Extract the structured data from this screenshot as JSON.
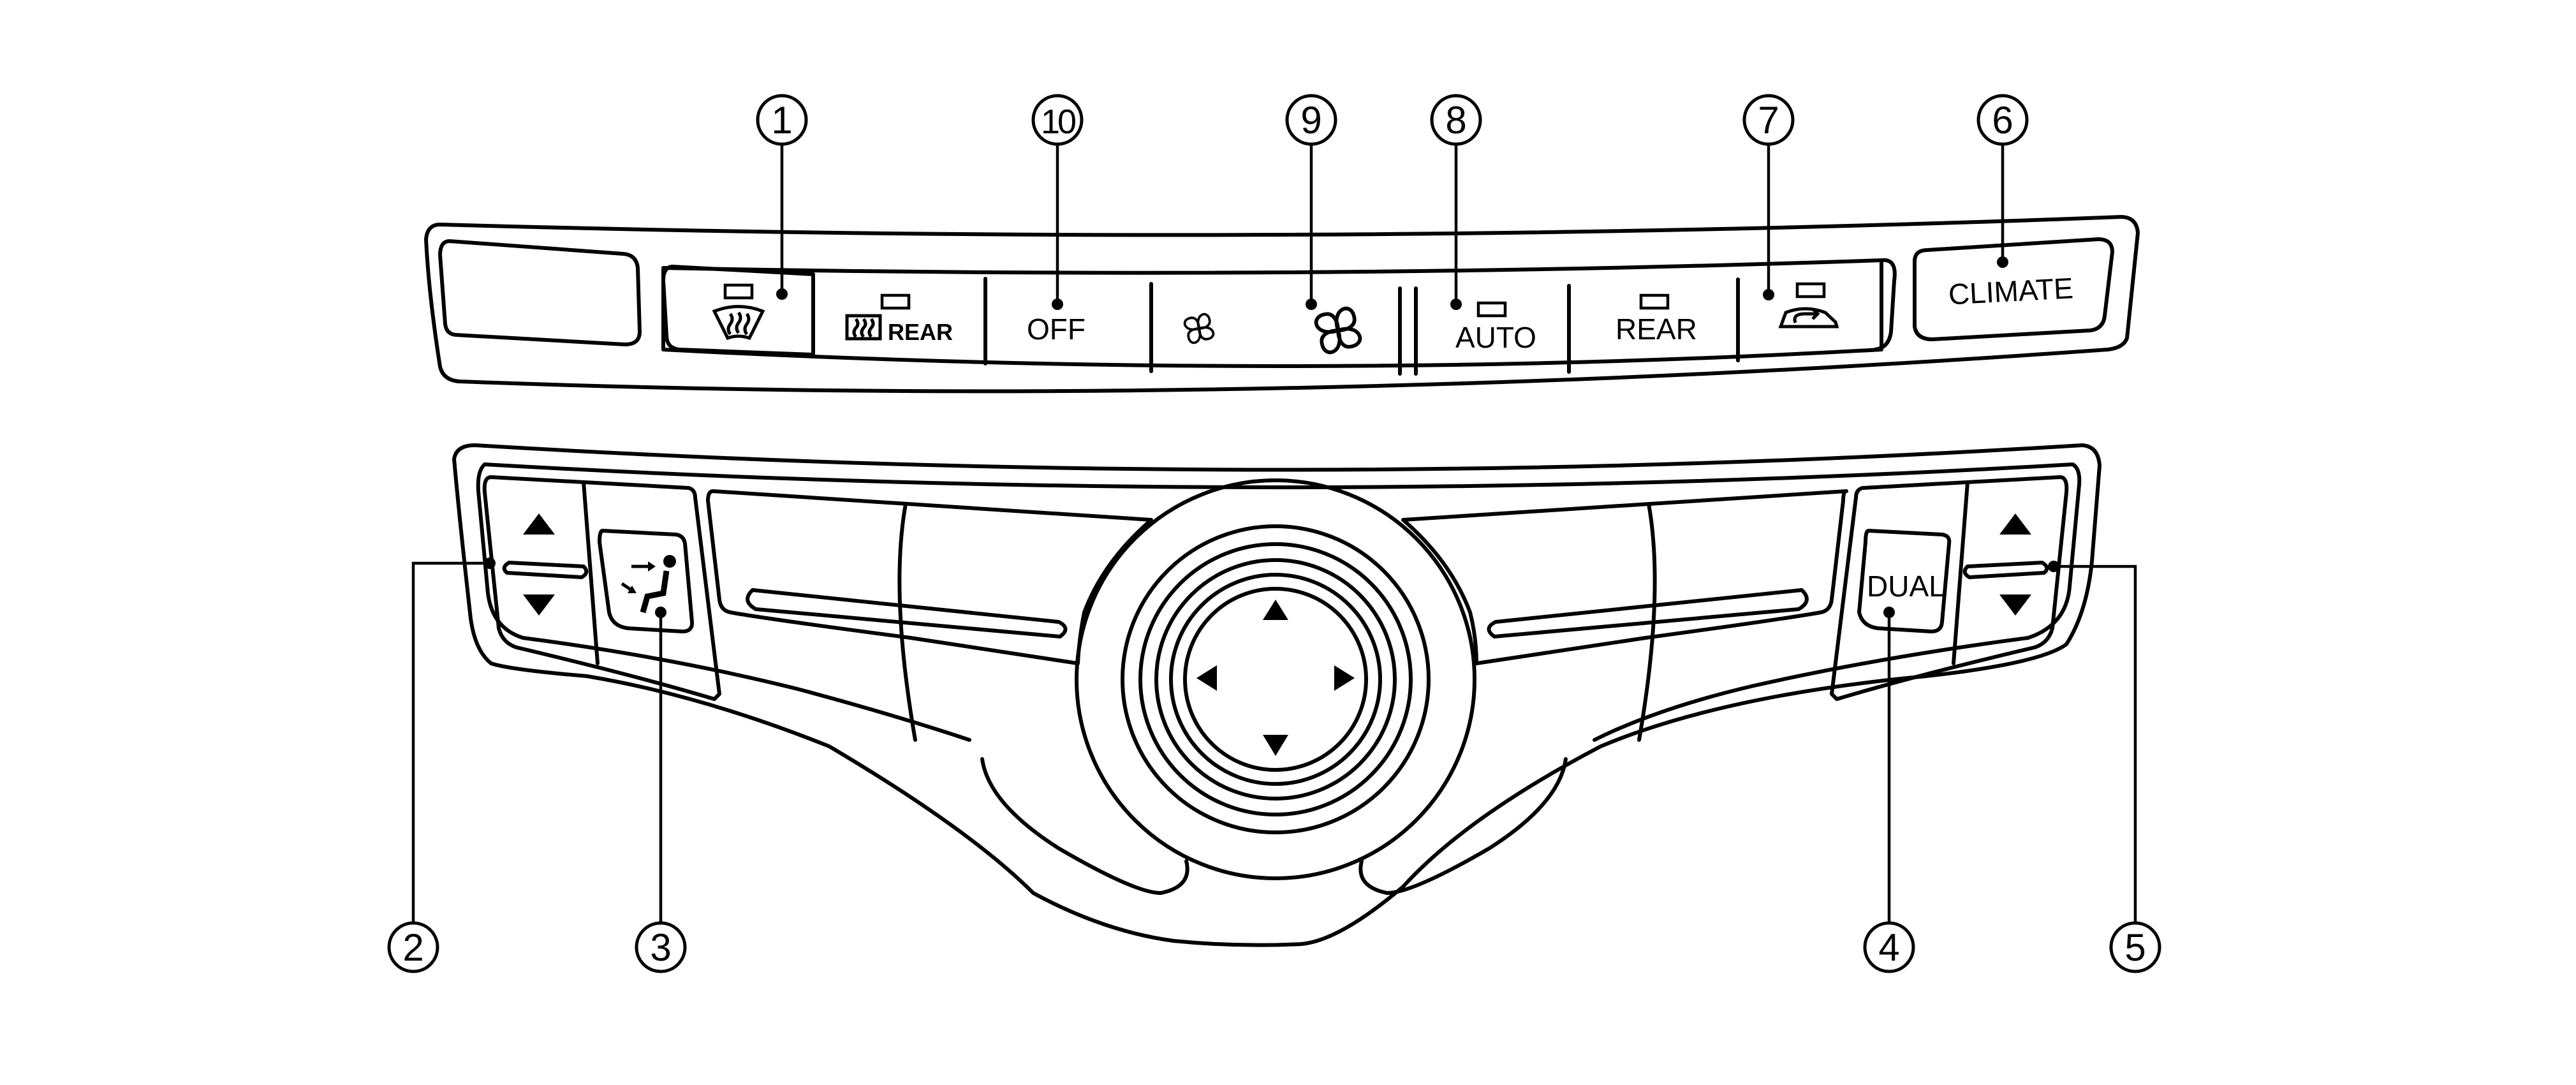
{
  "upper_panel": {
    "off_label": "OFF",
    "auto_label": "AUTO",
    "rear_label": "REAR",
    "rear_defrost_label": "REAR",
    "climate_label": "CLIMATE"
  },
  "lower_panel": {
    "dual_label": "DUAL"
  },
  "callouts": [
    "1",
    "2",
    "3",
    "4",
    "5",
    "6",
    "7",
    "8",
    "9",
    "10"
  ],
  "icons": {
    "front_defroster": "front-defroster-icon",
    "rear_defroster": "rear-defroster-icon",
    "fan_low": "fan-low-icon",
    "fan_high": "fan-high-icon",
    "air_recirculation": "air-recirculation-icon",
    "air_flow": "air-flow-icon",
    "arrows": "triangle-arrow-icon"
  }
}
